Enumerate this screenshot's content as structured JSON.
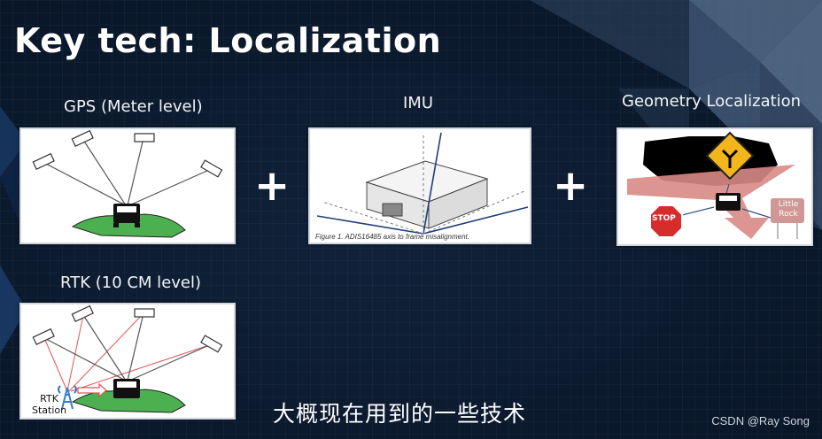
{
  "slide": {
    "title": "Key tech: Localization",
    "caption": "大概现在用到的一些技术",
    "watermark": "CSDN @Ray Song"
  },
  "sections": {
    "gps": {
      "label": "GPS (Meter level)"
    },
    "imu": {
      "label": "IMU",
      "figure_caption": "Figure 1. ADIS16485 axis to frame misalignment."
    },
    "geometry": {
      "label": "Geometry Localization",
      "stop_sign": "STOP",
      "road_sign_line1": "Little",
      "road_sign_line2": "Rock"
    },
    "rtk": {
      "label": "RTK (10 CM level)",
      "station_line1": "RTK",
      "station_line2": "Station"
    }
  },
  "operators": {
    "plus1": "+",
    "plus2": "+"
  },
  "colors": {
    "background": "#0c1a2e",
    "terrain_green": "#4caf50",
    "rtk_red_line": "#e05555",
    "stop_red": "#d62c2c",
    "sign_yellow": "#f2b51c",
    "road_pink": "#d98a86"
  }
}
